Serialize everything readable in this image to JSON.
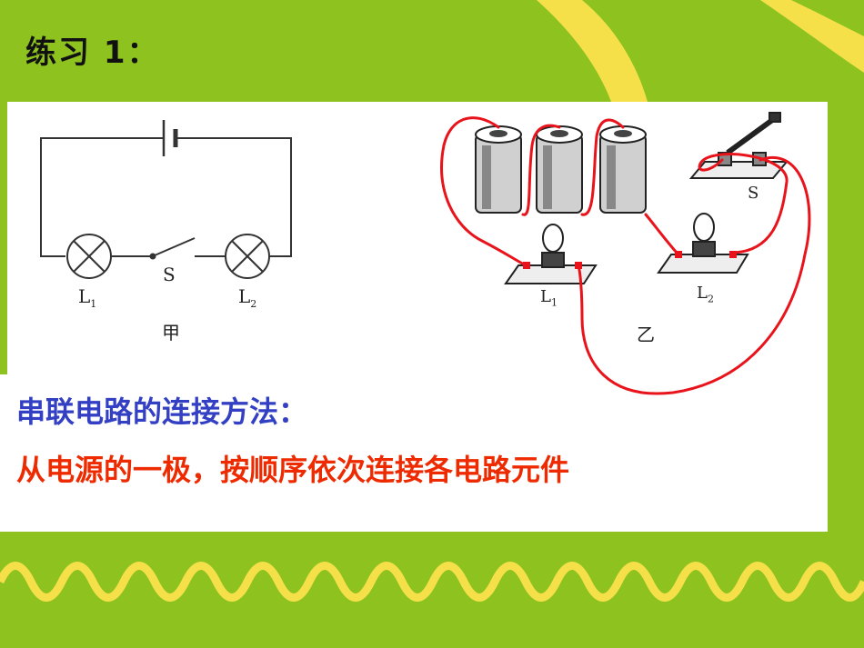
{
  "title": "练习 1：",
  "circuit_a": {
    "lamp1_label": "L",
    "lamp1_sub": "1",
    "switch_label": "S",
    "lamp2_label": "L",
    "lamp2_sub": "2",
    "caption": "甲"
  },
  "circuit_b": {
    "switch_label": "S",
    "lamp1_label": "L",
    "lamp1_sub": "1",
    "lamp2_label": "L",
    "lamp2_sub": "2",
    "caption": "乙"
  },
  "text": {
    "line1": "串联电路的连接方法：",
    "line2": "从电源的一极，按顺序依次连接各电路元件"
  },
  "colors": {
    "green": "#8dc21f",
    "yellow": "#f5e04a",
    "blue_text": "#3340c4",
    "red_text": "#ee2a00",
    "wire": "#e8131b"
  }
}
